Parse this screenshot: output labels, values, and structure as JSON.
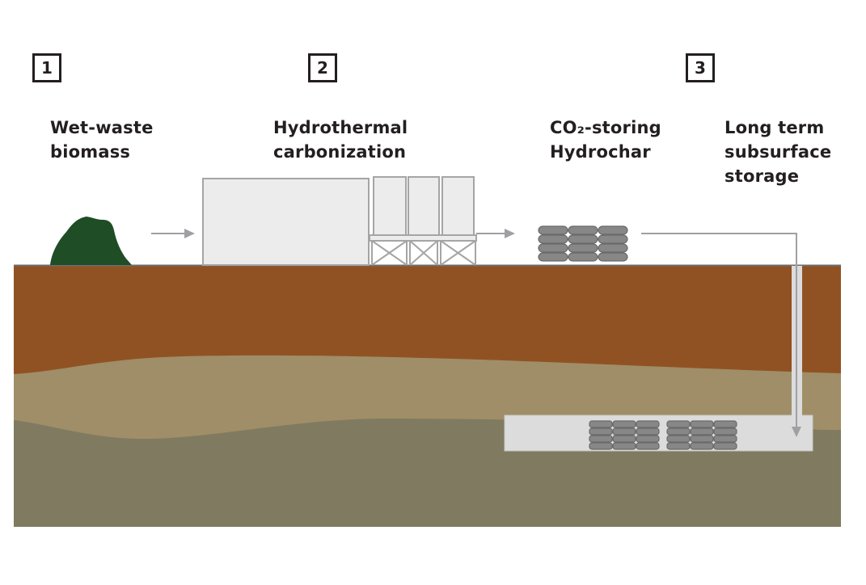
{
  "steps": [
    {
      "number": "1",
      "labels": [
        "Wet-waste\nbiomass"
      ]
    },
    {
      "number": "2",
      "labels": [
        "Hydrothermal\ncarbonization"
      ]
    },
    {
      "number": "3",
      "labels": [
        "CO₂-storing\nHydrochar",
        "Long term\nsubsurface\nstorage"
      ]
    }
  ],
  "colors": {
    "biomass": "#1f4d26",
    "topsoil": "#915223",
    "middle_layer": "#9f8e68",
    "deep_layer": "#807a60",
    "facility": "#ececec",
    "facility_stroke": "#a5a5a5",
    "hydrochar": "#878787",
    "hydrochar_stroke": "#6a6a6a",
    "storage_chamber": "#dcdcdd",
    "arrow": "#a0a0a4",
    "ground_line": "#6d6d6d",
    "text": "#231f20"
  }
}
